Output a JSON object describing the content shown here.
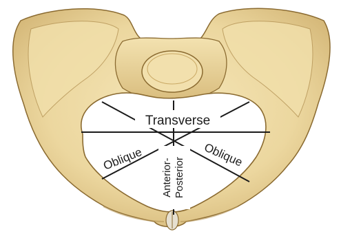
{
  "diagram": {
    "labels": {
      "transverse": "Transverse",
      "oblique_left": "Oblique",
      "oblique_right": "Oblique",
      "anterior_posterior_line1": "Anterior-",
      "anterior_posterior_line2": "Posterior"
    },
    "colors": {
      "bone_fill": "#ecd79f",
      "bone_shadow": "#c9a864",
      "bone_outline": "#8a6a30",
      "inlet": "#ffffff",
      "diameter_lines": "#1a1a1a",
      "background": "#ffffff"
    }
  }
}
